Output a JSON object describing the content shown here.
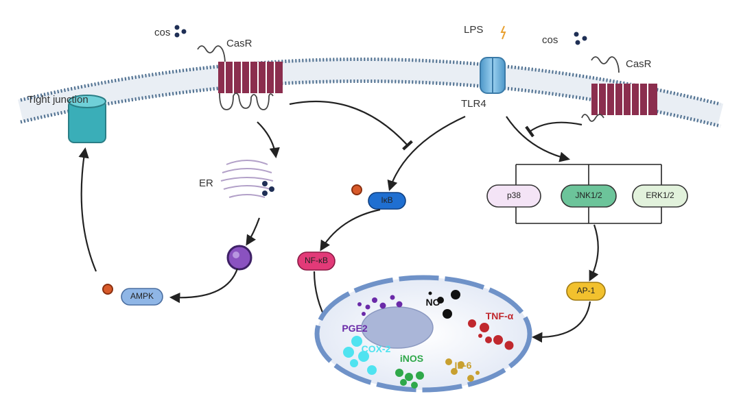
{
  "labels": {
    "tight_junction": "Tight junction",
    "cos_left": "cos",
    "casr_left": "CasR",
    "lps": "LPS",
    "cos_right": "cos",
    "tlr4": "TLR4",
    "casr_right": "CasR",
    "er": "ER"
  },
  "nodes": {
    "ikb": "IκB",
    "p38": "p38",
    "jnk": "JNK1/2",
    "erk": "ERK1/2",
    "nfkb": "NF-κB",
    "ampk": "AMPK",
    "ap1": "AP-1"
  },
  "cell": {
    "no": "NO",
    "pge2": "PGE2",
    "tnfa": "TNF-α",
    "cox2": "COX-2",
    "inos": "iNOS",
    "il6": "IL-6"
  },
  "colors": {
    "membrane": "#4e6f8f",
    "receptor": "#8b2e4e",
    "tlr4": "#5fa8d8",
    "tight_junction": "#3aaeb8",
    "ikb": "#1f6fd1",
    "nfkb": "#e23a78",
    "ampk": "#8fb6e6",
    "ap1": "#f2c12e",
    "p38": "#f4e4f6",
    "jnk": "#6cc49a",
    "erk": "#e2f2dc",
    "pge2": "#6a2aa8",
    "tnfa": "#c0282e",
    "cox2": "#4fe3f0",
    "inos": "#2fa84a",
    "il6": "#c8a030",
    "phospho": "#d85a2a"
  }
}
